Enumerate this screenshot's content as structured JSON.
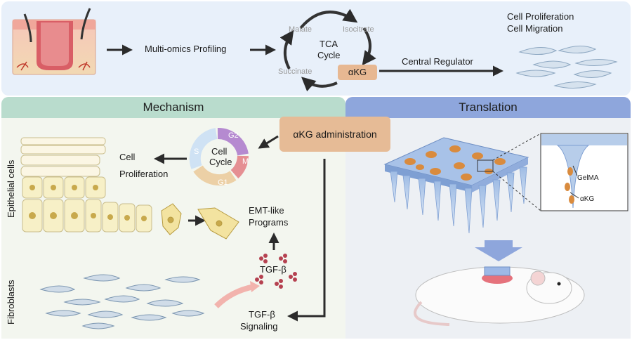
{
  "top": {
    "multiomics": "Multi-omics Profiling",
    "tca": {
      "malate": "Malate",
      "isocitrate": "Isocitrate",
      "title_line1": "TCA",
      "title_line2": "Cycle",
      "succinate": "Succinate",
      "akg": "αKG"
    },
    "central_regulator": "Central Regulator",
    "outcome_line1": "Cell Proliferation",
    "outcome_line2": "Cell Migration"
  },
  "mechanism": {
    "header": "Mechanism",
    "akg_admin": "αKG administration",
    "cell_cycle": {
      "line1": "Cell",
      "line2": "Cycle",
      "phases": [
        "G2",
        "M",
        "G1",
        "S"
      ]
    },
    "cell_proliferation_line1": "Cell",
    "cell_proliferation_line2": "Proliferation",
    "epithelial_cells": "Epithelial cells",
    "fibroblasts": "Fibroblasts",
    "emt_line1": "EMT-like",
    "emt_line2": "Programs",
    "tgfb": "TGF-β",
    "tgfb_signaling_line1": "TGF-β",
    "tgfb_signaling_line2": "Signaling"
  },
  "translation": {
    "header": "Translation",
    "gelma": "GelMA",
    "akg": "αKG"
  },
  "colors": {
    "top_panel": "#e8f0fa",
    "mechanism_header": "#b9dccd",
    "translation_header": "#8ea6dc",
    "akg_box": "#e7b892",
    "g2": "#b58ad0",
    "m": "#e58f93",
    "g1": "#ecd0a6",
    "s": "#cfe2f4"
  }
}
